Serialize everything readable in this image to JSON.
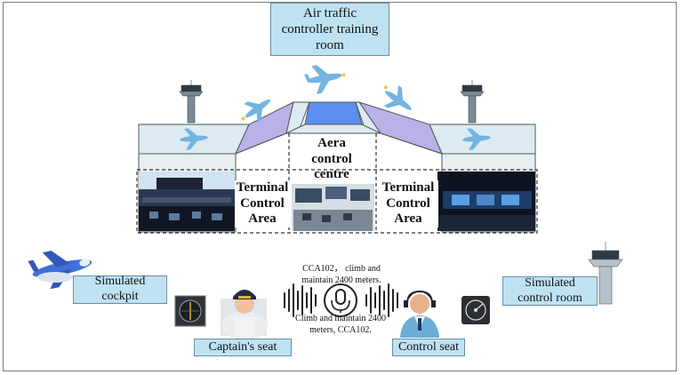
{
  "title": "Air traffic controller training room",
  "areas": {
    "left": "Terminal Control Area",
    "center": "Aera control centre",
    "right": "Terminal Control Area"
  },
  "sim_cockpit": "Simulated cockpit",
  "sim_control": "Simulated control room",
  "captain_seat": "Captain's seat",
  "control_seat": "Control seat",
  "msg_top": "CCA102， climb and maintain 2400 meters.",
  "msg_bottom": "Climb and maintain 2400 meters, CCA102.",
  "colors": {
    "box_fill": "#bfe2f3",
    "floor_fill": "#dcebf2",
    "purple": "#b9b2e8",
    "blue": "#5b8ff0",
    "plane": "#73b4e0"
  },
  "icons": [
    "airplane-icon",
    "control-tower-icon",
    "compass-icon",
    "radar-icon",
    "microphone-icon",
    "pilot-avatar",
    "controller-avatar"
  ]
}
